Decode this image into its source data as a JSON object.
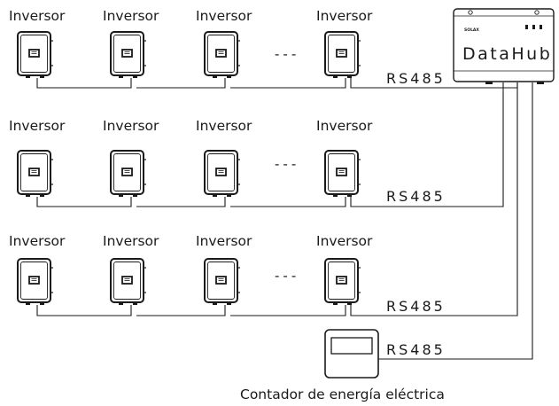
{
  "inverter_label": "Inversor",
  "ellipsis": "---",
  "bus_label": "RS485",
  "hub": {
    "name": "DataHub",
    "brand": "SOLAX"
  },
  "meter": {
    "label": "Contador de energía eléctrica"
  },
  "rows": [
    {
      "labels": [
        "Inversor",
        "Inversor",
        "Inversor",
        "Inversor"
      ],
      "bus": "RS485"
    },
    {
      "labels": [
        "Inversor",
        "Inversor",
        "Inversor",
        "Inversor"
      ],
      "bus": "RS485"
    },
    {
      "labels": [
        "Inversor",
        "Inversor",
        "Inversor",
        "Inversor"
      ],
      "bus": "RS485"
    }
  ],
  "meter_bus": "RS485",
  "colors": {
    "stroke": "#1a1a1a",
    "background": "#ffffff"
  }
}
